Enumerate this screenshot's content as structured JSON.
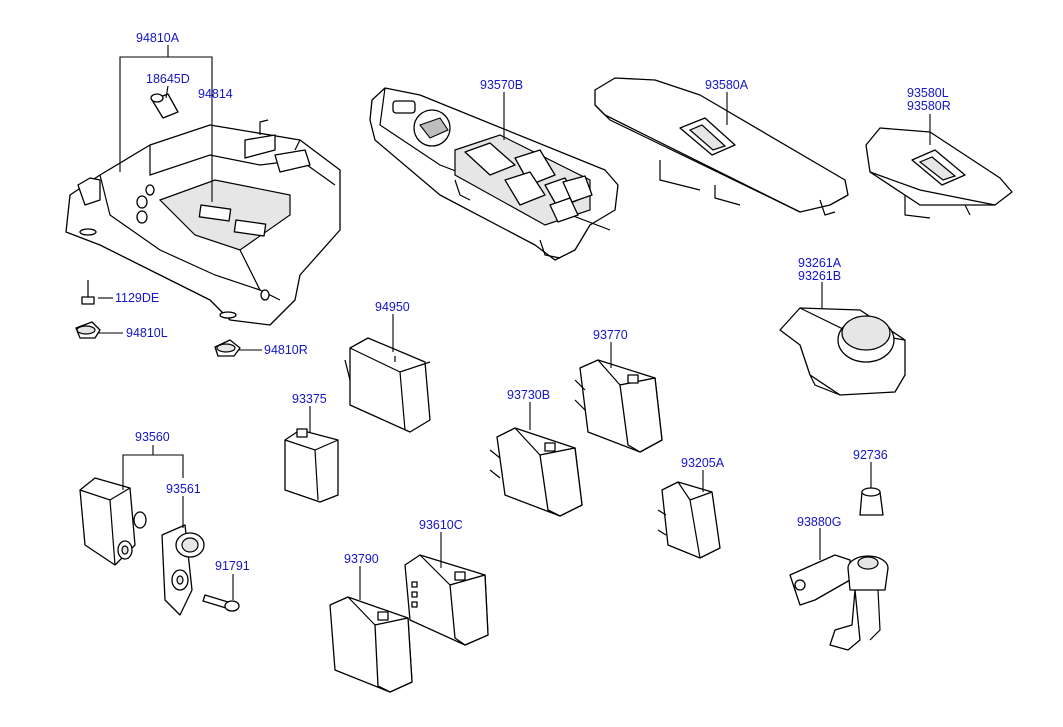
{
  "labels": {
    "l94810A": "94810A",
    "l18645D": "18645D",
    "l94814": "94814",
    "l1129DE": "1129DE",
    "l94810L": "94810L",
    "l94810R": "94810R",
    "l93570B": "93570B",
    "l93580A": "93580A",
    "l93580L": "93580L",
    "l93580R": "93580R",
    "l93261A": "93261A",
    "l93261B": "93261B",
    "l94950": "94950",
    "l93770": "93770",
    "l93375": "93375",
    "l93730B": "93730B",
    "l93205A": "93205A",
    "l93560": "93560",
    "l93561": "93561",
    "l92736": "92736",
    "l93880G": "93880G",
    "l93610C": "93610C",
    "l93790": "93790",
    "l91791": "91791"
  }
}
